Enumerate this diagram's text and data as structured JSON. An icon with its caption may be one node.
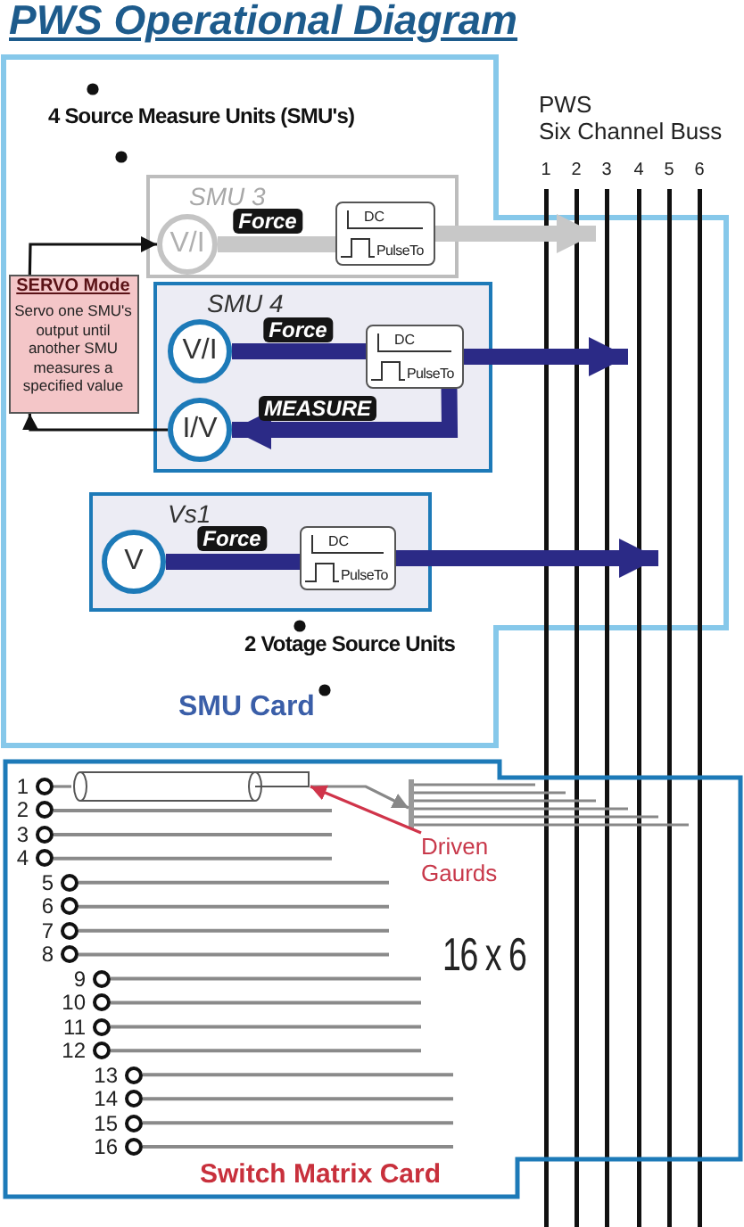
{
  "diagram": {
    "title": "PWS Operational Diagram",
    "nodes": [
      {
        "text": [
          "SMU Card"
        ]
      },
      {
        "text": [
          "SMU 3"
        ],
        "in": 0
      },
      {
        "text": [
          "V/I"
        ],
        "in": 1
      },
      {
        "text": [
          "DC",
          "PulseTo"
        ],
        "in": 1
      },
      {
        "text": [
          "SMU 4"
        ],
        "in": 0
      },
      {
        "text": [
          "V/I"
        ],
        "in": 4
      },
      {
        "text": [
          "DC",
          "PulseTo"
        ],
        "in": 4
      },
      {
        "text": [
          "I/V"
        ],
        "in": 4
      },
      {
        "text": [
          "Vs1"
        ],
        "in": 0
      },
      {
        "text": [
          "V"
        ],
        "in": 8
      },
      {
        "text": [
          "DC",
          "PulseTo"
        ],
        "in": 8
      },
      {
        "text": [
          "SERVO Mode",
          "Servo one SMU's output until another SMU measures a specified value"
        ],
        "in": 0
      },
      {
        "text": [
          "1"
        ]
      },
      {
        "text": [
          "2"
        ]
      },
      {
        "text": [
          "3"
        ]
      },
      {
        "text": [
          "4"
        ]
      },
      {
        "text": [
          "5"
        ]
      },
      {
        "text": [
          "6"
        ]
      },
      {
        "text": [
          "Switch Matrix Card"
        ]
      },
      {
        "text": [
          "1"
        ],
        "in": 18
      },
      {
        "text": [
          "2"
        ],
        "in": 18
      },
      {
        "text": [
          "3"
        ],
        "in": 18
      },
      {
        "text": [
          "4"
        ],
        "in": 18
      },
      {
        "text": [
          "5"
        ],
        "in": 18
      },
      {
        "text": [
          "6"
        ],
        "in": 18
      },
      {
        "text": [
          "7"
        ],
        "in": 18
      },
      {
        "text": [
          "8"
        ],
        "in": 18
      },
      {
        "text": [
          "9"
        ],
        "in": 18
      },
      {
        "text": [
          "10"
        ],
        "in": 18
      },
      {
        "text": [
          "11"
        ],
        "in": 18
      },
      {
        "text": [
          "12"
        ],
        "in": 18
      },
      {
        "text": [
          "13"
        ],
        "in": 18
      },
      {
        "text": [
          "14"
        ],
        "in": 18
      },
      {
        "text": [
          "15"
        ],
        "in": 18
      },
      {
        "text": [
          "16"
        ],
        "in": 18
      },
      {
        "text": [],
        "shape": "cylinder",
        "in": 18
      },
      {
        "text": [
          "Driven Gaurds"
        ],
        "in": 18
      },
      {
        "text": [],
        "shape": "bar",
        "in": 18
      }
    ],
    "edges": [
      {
        "from": 2,
        "to": 3,
        "arrow": "none",
        "label": "Force",
        "style": "thick",
        "color": "#c8c8c8"
      },
      {
        "from": 3,
        "to": 14,
        "arrow": "to",
        "style": "thick",
        "color": "#c8c8c8"
      },
      {
        "from": 5,
        "to": 6,
        "arrow": "none",
        "label": "Force",
        "style": "thick",
        "color": "#2b2a86"
      },
      {
        "from": 6,
        "to": 15,
        "arrow": "to",
        "style": "thick",
        "color": "#2b2a86"
      },
      {
        "from": 6,
        "to": 7,
        "arrow": "to",
        "label": "MEASURE",
        "style": "thick",
        "color": "#2b2a86"
      },
      {
        "from": 9,
        "to": 10,
        "arrow": "none",
        "label": "Force",
        "style": "thick",
        "color": "#2b2a86"
      },
      {
        "from": 10,
        "to": 16,
        "arrow": "to",
        "style": "thick",
        "color": "#2b2a86"
      },
      {
        "from": 7,
        "to": 11,
        "arrow": "to",
        "color": "#111111"
      },
      {
        "from": 11,
        "to": 2,
        "arrow": "to",
        "color": "#111111"
      },
      {
        "from": 19,
        "to": 35,
        "arrow": "none",
        "color": "#888888"
      },
      {
        "from": 35,
        "to": 37,
        "arrow": "to",
        "color": "#888888"
      },
      {
        "from": 36,
        "to": 35,
        "arrow": "to",
        "color": "#d0344a"
      },
      {
        "from": 37,
        "to": 12,
        "arrow": "none",
        "color": "#888888"
      },
      {
        "from": 37,
        "to": 13,
        "arrow": "none",
        "color": "#888888"
      },
      {
        "from": 37,
        "to": 14,
        "arrow": "none",
        "color": "#888888"
      },
      {
        "from": 37,
        "to": 15,
        "arrow": "none",
        "color": "#888888"
      },
      {
        "from": 37,
        "to": 16,
        "arrow": "none",
        "color": "#888888"
      },
      {
        "from": 37,
        "to": 17,
        "arrow": "none",
        "color": "#888888"
      }
    ],
    "labels": [
      "4 Source Measure Units (SMU's)",
      "PWS",
      "Six Channel Buss",
      "2 Votage Source Units",
      "16 x 6"
    ]
  }
}
